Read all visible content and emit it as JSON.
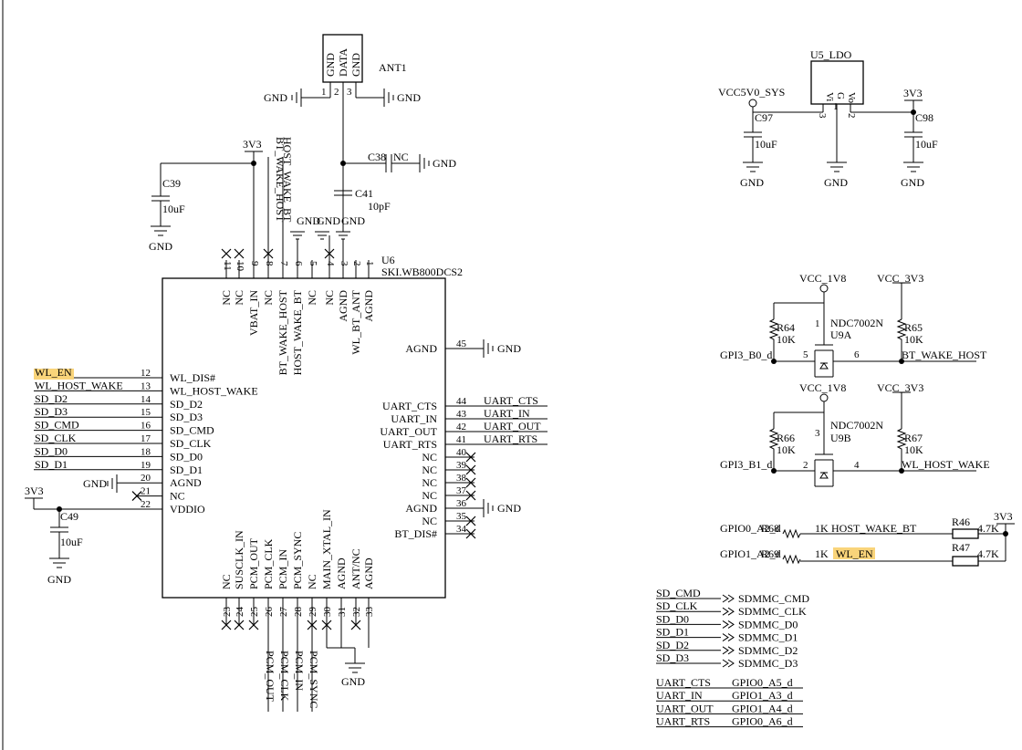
{
  "colors": {
    "highlight": "#f9d47a",
    "ink": "#000000",
    "background": "#ffffff"
  },
  "antenna": {
    "ref": "ANT1",
    "pins": [
      "GND",
      "DATA",
      "GND"
    ],
    "pin_numbers": [
      "1",
      "2",
      "3"
    ],
    "gnd_left": "GND",
    "gnd_right": "GND"
  },
  "caps": {
    "c38": {
      "ref": "C38",
      "value": "NC",
      "gnd": "GND"
    },
    "c41": {
      "ref": "C41",
      "value": "10pF"
    },
    "c39": {
      "ref": "C39",
      "value": "10uF",
      "gnd": "GND"
    },
    "c49": {
      "ref": "C49",
      "value": "10uF",
      "gnd": "GND"
    },
    "c97": {
      "ref": "C97",
      "value": "10uF",
      "gnd": "GND"
    },
    "c98": {
      "ref": "C98",
      "value": "10uF",
      "gnd": "GND"
    }
  },
  "u6": {
    "ref": "U6",
    "part": "SKI.WB800DCS2",
    "power_3v3": "3V3",
    "vddio_3v3": "3V3",
    "top_gnd_labels": [
      "GND",
      "GND",
      "GND"
    ],
    "top_nets": [
      "HOST_WAKE_BT",
      "BT_WAKE_HOST"
    ],
    "top_pins": [
      {
        "num": "11",
        "name": "NC"
      },
      {
        "num": "10",
        "name": "NC"
      },
      {
        "num": "9",
        "name": "VBAT_IN"
      },
      {
        "num": "8",
        "name": "NC"
      },
      {
        "num": "7",
        "name": "BT_WAKE_HOST"
      },
      {
        "num": "6",
        "name": "HOST_WAKE_BT"
      },
      {
        "num": "5",
        "name": "NC"
      },
      {
        "num": "4",
        "name": "NC"
      },
      {
        "num": "3",
        "name": "AGND"
      },
      {
        "num": "2",
        "name": "WL_BT_ANT"
      },
      {
        "num": "1",
        "name": "AGND"
      }
    ],
    "left_pins": [
      {
        "num": "12",
        "name": "WL_DIS#",
        "net": "WL_EN"
      },
      {
        "num": "13",
        "name": "WL_HOST_WAKE",
        "net": "WL_HOST_WAKE"
      },
      {
        "num": "14",
        "name": "SD_D2",
        "net": "SD_D2"
      },
      {
        "num": "15",
        "name": "SD_D3",
        "net": "SD_D3"
      },
      {
        "num": "16",
        "name": "SD_CMD",
        "net": "SD_CMD"
      },
      {
        "num": "17",
        "name": "SD_CLK",
        "net": "SD_CLK"
      },
      {
        "num": "18",
        "name": "SD_D0",
        "net": "SD_D0"
      },
      {
        "num": "19",
        "name": "SD_D1",
        "net": "SD_D1"
      },
      {
        "num": "20",
        "name": "AGND",
        "net": "GND"
      },
      {
        "num": "21",
        "name": "NC",
        "net": ""
      },
      {
        "num": "22",
        "name": "VDDIO",
        "net": ""
      }
    ],
    "right_pins": [
      {
        "num": "45",
        "name": "AGND",
        "net": "GND"
      },
      {
        "num": "44",
        "name": "UART_CTS",
        "net": "UART_CTS"
      },
      {
        "num": "43",
        "name": "UART_IN",
        "net": "UART_IN"
      },
      {
        "num": "42",
        "name": "UART_OUT",
        "net": "UART_OUT"
      },
      {
        "num": "41",
        "name": "UART_RTS",
        "net": "UART_RTS"
      },
      {
        "num": "40",
        "name": "NC",
        "net": ""
      },
      {
        "num": "39",
        "name": "NC",
        "net": ""
      },
      {
        "num": "38",
        "name": "NC",
        "net": ""
      },
      {
        "num": "37",
        "name": "NC",
        "net": ""
      },
      {
        "num": "36",
        "name": "AGND",
        "net": "GND"
      },
      {
        "num": "35",
        "name": "NC",
        "net": ""
      },
      {
        "num": "34",
        "name": "BT_DIS#",
        "net": ""
      }
    ],
    "bottom_pins": [
      {
        "num": "23",
        "name": "NC",
        "net": ""
      },
      {
        "num": "24",
        "name": "SUSCLK_IN",
        "net": ""
      },
      {
        "num": "25",
        "name": "PCM_OUT",
        "net": ""
      },
      {
        "num": "26",
        "name": "PCM_CLK",
        "net": "PCM_OUT"
      },
      {
        "num": "27",
        "name": "PCM_IN",
        "net": "PCM_CLK"
      },
      {
        "num": "28",
        "name": "PCM_SYNC",
        "net": "PCM_IN"
      },
      {
        "num": "29",
        "name": "NC",
        "net": "PCM_SYNC"
      },
      {
        "num": "30",
        "name": "MAIN_XTAL_IN",
        "net": ""
      },
      {
        "num": "31",
        "name": "AGND",
        "net": ""
      },
      {
        "num": "32",
        "name": "ANT/NC",
        "net": ""
      },
      {
        "num": "33",
        "name": "AGND",
        "net": ""
      }
    ],
    "bottom_gnd": "GND"
  },
  "ldo": {
    "ref": "U5_LDO",
    "pins": [
      "Vi",
      "G",
      "Vo"
    ],
    "pin_numbers": [
      "3",
      "1",
      "2"
    ],
    "input": "VCC5V0_SYS",
    "output": "3V3",
    "gnd": "GND"
  },
  "mosfet_a": {
    "supply_left": "VCC_1V8",
    "supply_right": "VCC_3V3",
    "r_left": {
      "ref": "R64",
      "value": "10K"
    },
    "r_right": {
      "ref": "R65",
      "value": "10K"
    },
    "part": "NDC7002N",
    "ref": "U9A",
    "pins": [
      "1",
      "5",
      "6"
    ],
    "left_net": "GPI3_B0_d",
    "right_net": "BT_WAKE_HOST"
  },
  "mosfet_b": {
    "supply_left": "VCC_1V8",
    "supply_right": "VCC_3V3",
    "r_left": {
      "ref": "R66",
      "value": "10K"
    },
    "r_right": {
      "ref": "R67",
      "value": "10K"
    },
    "part": "NDC7002N",
    "ref": "U9B",
    "pins": [
      "3",
      "2",
      "4"
    ],
    "left_net": "GPI3_B1_d",
    "right_net": "WL_HOST_WAKE"
  },
  "pullups": {
    "supply": "3V3",
    "row1": {
      "net_a": "GPIO0_A2_d",
      "r": "R68",
      "value": "1K",
      "net_b": "HOST_WAKE_BT",
      "pullup_ref": "R46",
      "pullup_value": "4.7K"
    },
    "row2": {
      "net_a": "GPIO1_A2_d",
      "r": "R69",
      "value": "1K",
      "net_b": "WL_EN",
      "pullup_ref": "R47",
      "pullup_value": "4.7K"
    }
  },
  "sd_map": [
    {
      "from": "SD_CMD",
      "to": "SDMMC_CMD"
    },
    {
      "from": "SD_CLK",
      "to": "SDMMC_CLK"
    },
    {
      "from": "SD_D0",
      "to": "SDMMC_D0"
    },
    {
      "from": "SD_D1",
      "to": "SDMMC_D1"
    },
    {
      "from": "SD_D2",
      "to": "SDMMC_D2"
    },
    {
      "from": "SD_D3",
      "to": "SDMMC_D3"
    }
  ],
  "uart_map": [
    {
      "from": "UART_CTS",
      "to": "GPIO0_A5_d"
    },
    {
      "from": "UART_IN",
      "to": "GPIO1_A3_d"
    },
    {
      "from": "UART_OUT",
      "to": "GPIO1_A4_d"
    },
    {
      "from": "UART_RTS",
      "to": "GPIO0_A6_d"
    }
  ]
}
